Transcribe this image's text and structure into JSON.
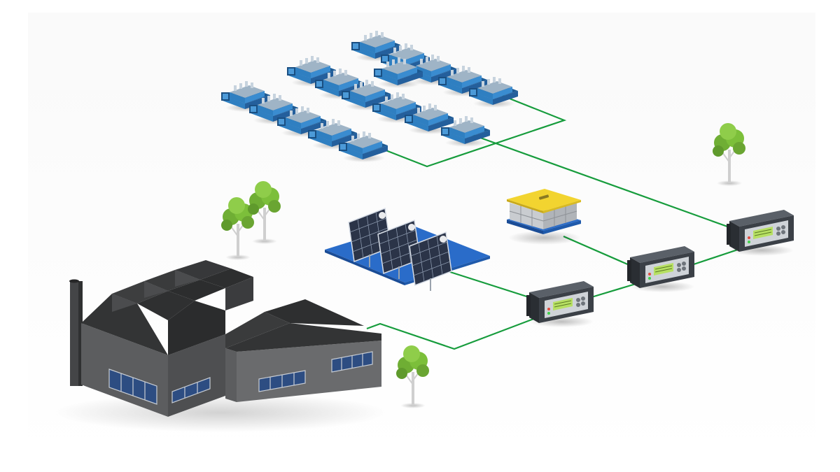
{
  "diagram": {
    "colors": {
      "background": "#ffffff",
      "link": "#169c3c",
      "genset_body": "#2f7fc1",
      "genset_dark": "#1d5a93",
      "genset_top": "#9fb4c6",
      "solar_base": "#2a6cc9",
      "panel_cell": "#2b3448",
      "battery_top": "#f2d430",
      "battery_body": "#c9ccd0",
      "controller_body": "#3b4047",
      "controller_screen": "#b7e063",
      "factory_wall": "#4e4f51",
      "factory_roof": "#2f3031",
      "window": "#2d4d82",
      "tree_leaf": "#7cbf3a",
      "tree_trunk": "#cfcfcf"
    },
    "nodes": [
      {
        "id": "genset-field",
        "icon": "diesel-genset-icon",
        "count": 17
      },
      {
        "id": "solar-array",
        "icon": "solar-panel-icon",
        "count": 3
      },
      {
        "id": "battery-storage",
        "icon": "battery-icon",
        "count": 1
      },
      {
        "id": "controller-1",
        "icon": "controller-icon"
      },
      {
        "id": "controller-2",
        "icon": "controller-icon"
      },
      {
        "id": "controller-3",
        "icon": "controller-icon"
      },
      {
        "id": "factory",
        "icon": "factory-icon"
      }
    ],
    "links": [
      {
        "from": "genset-field",
        "to": "controller-3"
      },
      {
        "from": "solar-array",
        "to": "controller-1"
      },
      {
        "from": "battery-storage",
        "to": "controller-2"
      },
      {
        "from": "controller-1",
        "to": "controller-2"
      },
      {
        "from": "controller-2",
        "to": "controller-3"
      },
      {
        "from": "factory",
        "to": "controller-1"
      }
    ]
  }
}
